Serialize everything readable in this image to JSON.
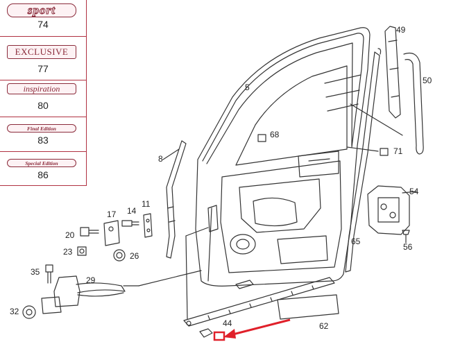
{
  "emblems": [
    {
      "badge": "sport",
      "number": "74"
    },
    {
      "badge": "EXCLUSIVE",
      "number": "77"
    },
    {
      "badge": "inspiration",
      "number": "80"
    },
    {
      "badge": "Final Edition",
      "number": "83"
    },
    {
      "badge": "Special Edition",
      "number": "86"
    }
  ],
  "callouts": {
    "c49": "49",
    "c50": "50",
    "c5": "5",
    "c68": "68",
    "c71": "71",
    "c8": "8",
    "c54": "54",
    "c17": "17",
    "c14": "14",
    "c11": "11",
    "c20": "20",
    "c65": "65",
    "c23": "23",
    "c26": "26",
    "c56": "56",
    "c35": "35",
    "c29": "29",
    "c32": "32",
    "c44": "44",
    "c62": "62"
  },
  "colors": {
    "accent": "#b03040",
    "arrow": "#e0202a",
    "line": "#333333"
  }
}
